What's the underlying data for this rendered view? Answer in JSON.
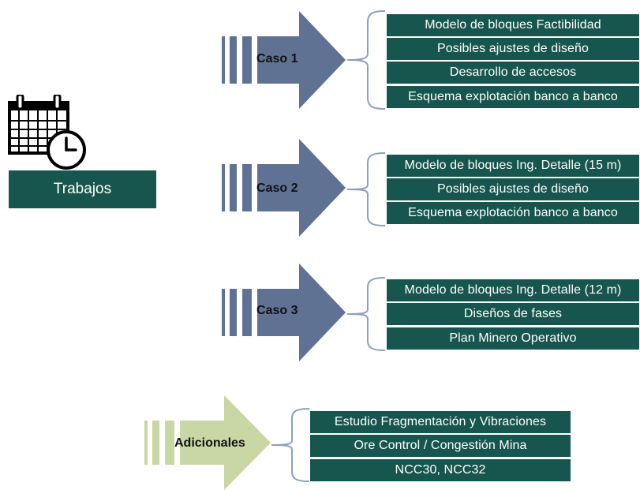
{
  "colors": {
    "teal": "#17564e",
    "slate": "#5f7294",
    "olive": "#c9d7a4",
    "bracket": "#8da0bf"
  },
  "trabajos": {
    "label": "Trabajos",
    "icon": "calendar-clock-icon"
  },
  "cases": [
    {
      "label": "Caso 1",
      "items": [
        "Modelo de bloques Factibilidad",
        "Posibles ajustes de diseño",
        "Desarrollo de accesos",
        "Esquema explotación banco a banco"
      ]
    },
    {
      "label": "Caso 2",
      "items": [
        "Modelo de bloques Ing. Detalle (15 m)",
        "Posibles ajustes de diseño",
        "Esquema explotación banco a banco"
      ]
    },
    {
      "label": "Caso 3",
      "items": [
        "Modelo de bloques Ing. Detalle (12 m)",
        "Diseños de fases",
        "Plan Minero Operativo"
      ]
    }
  ],
  "adicionales": {
    "label": "Adicionales",
    "items": [
      "Estudio Fragmentación y Vibraciones",
      "Ore Control / Congestión Mina",
      "NCC30, NCC32"
    ]
  }
}
